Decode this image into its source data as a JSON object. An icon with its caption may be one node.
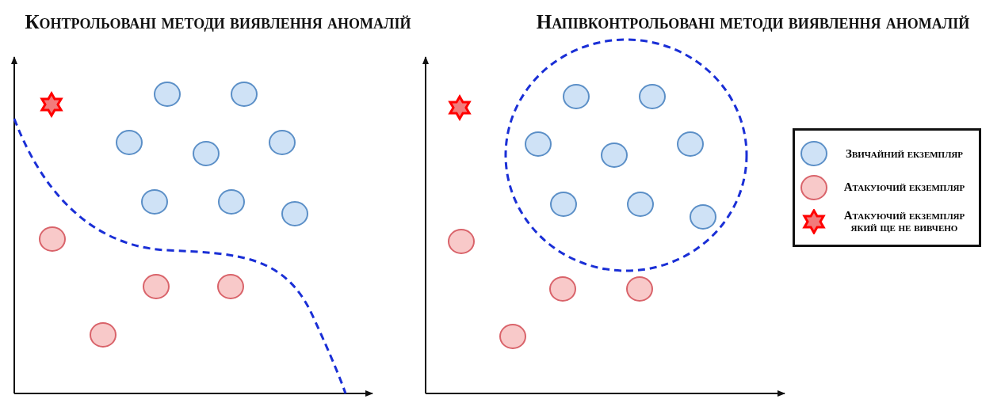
{
  "diagram": {
    "labels": [
      "Контрольовані методи виявлення аномалій",
      "Напівконтрольовані методи виявлення аномалій"
    ],
    "legend": [
      {
        "text": "Звичайний екземпляр"
      },
      {
        "text": "Атакуючий екземпляр"
      },
      {
        "text": "Атакуючий екземпляр який ще не вивчено"
      }
    ]
  }
}
